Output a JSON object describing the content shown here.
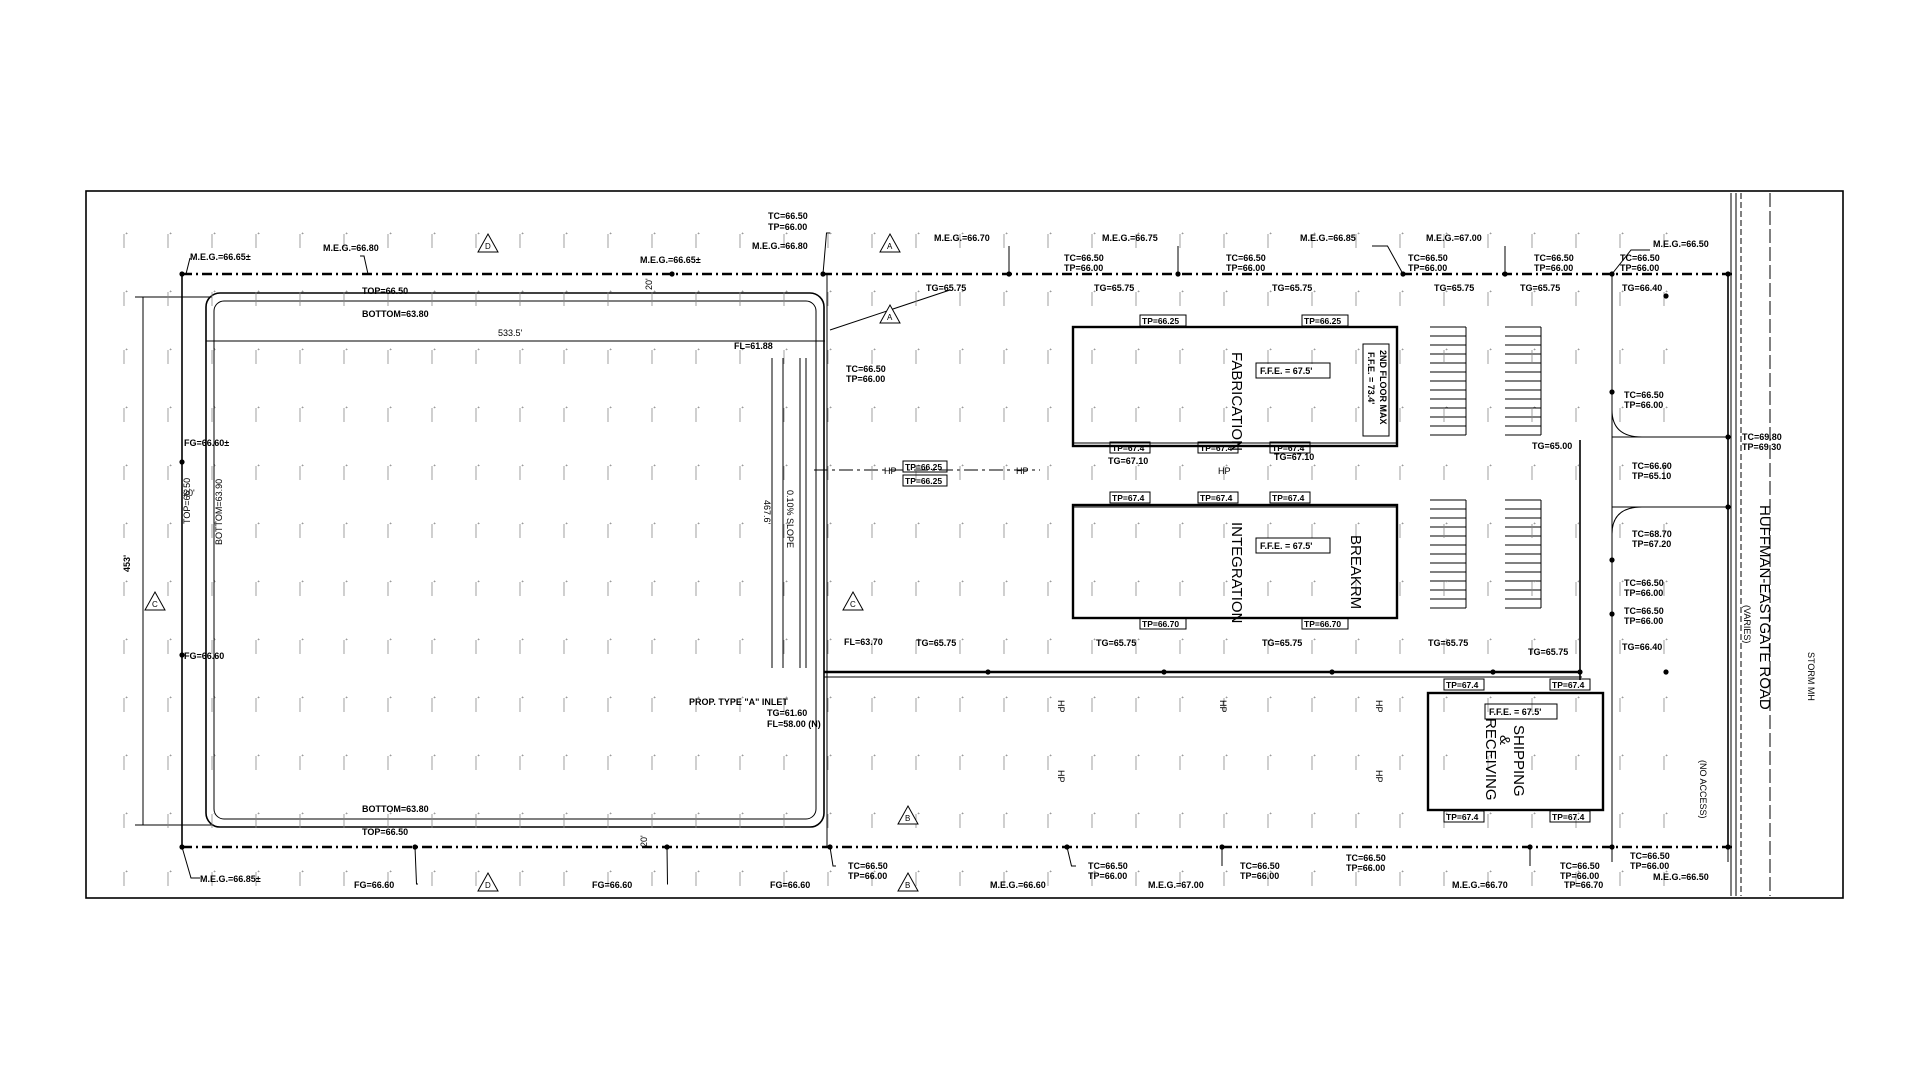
{
  "site_plan": {
    "road_label": "HUFFMAN-EASTGATE ROAD",
    "road_sublabel": "(VARIES)",
    "no_access_note": "(NO ACCESS)",
    "storm_mh_note": "STORM MH",
    "overall_dim": "533.5'",
    "side_dim": "453'",
    "pond_width_dim": "20'",
    "pond_slope_note": "0.10% SLOPE",
    "pond_len_dim": "467.6'",
    "inlet_note": [
      "PROP. TYPE \"A\" INLET",
      "TG=61.60",
      "FL=58.00 (N)"
    ],
    "fl_top": "FL=61.88",
    "fl_bottom": "FL=63.70",
    "top_labels": [
      "M.E.G.=66.65±",
      "M.E.G.=66.80",
      "M.E.G.=66.65±",
      "TC=66.50",
      "TP=66.00",
      "M.E.G.=66.80",
      "M.E.G.=66.70",
      "M.E.G.=66.75",
      "M.E.G.=66.85",
      "M.E.G.=67.00",
      "M.E.G.=66.50"
    ],
    "tc_tp_pairs": [
      [
        "TC=66.50",
        "TP=66.00"
      ],
      [
        "TC=66.50",
        "TP=66.00"
      ],
      [
        "TC=66.50",
        "TP=66.00"
      ],
      [
        "TC=66.50",
        "TP=66.00"
      ],
      [
        "TC=66.50",
        "TP=66.00"
      ],
      [
        "TC=66.50",
        "TP=66.00"
      ]
    ],
    "pond_labels": [
      "TOP=66.50",
      "BOTTOM=63.80",
      "TOP=66.50",
      "BOTTOM=63.80",
      "TOP=66.50",
      "BOTTOM=63.90",
      "FG=66.60±",
      "FG=66.60"
    ],
    "tg_labels": [
      "TG=65.75",
      "TG=65.75",
      "TG=65.75",
      "TG=65.75",
      "TG=65.75",
      "TG=65.75",
      "TG=66.40",
      "TG=65.00",
      "TG=65.75",
      "TG=65.75",
      "TG=65.75",
      "TG=65.75",
      "TG=66.40",
      "TG=67.10",
      "TG=67.10"
    ],
    "right_labels": [
      [
        "TC=66.50",
        "TP=66.00"
      ],
      [
        "TC=66.60",
        "TP=65.10"
      ],
      [
        "TC=68.70",
        "TP=67.20"
      ],
      [
        "TC=66.50",
        "TP=66.00"
      ],
      [
        "TC=66.50",
        "TP=66.00"
      ]
    ],
    "right_road_pair": [
      "TC=69.80",
      "TP=69.30"
    ],
    "bottom_labels": [
      "M.E.G.=66.85±",
      "FG=66.60",
      "FG=66.60",
      "FG=66.60",
      "M.E.G.=66.60",
      "M.E.G.=67.00",
      "M.E.G.=66.70",
      "M.E.G.=66.50"
    ],
    "bottom_pairs": [
      [
        "TC=66.50",
        "TP=66.00"
      ],
      [
        "TC=66.50",
        "TP=66.00"
      ],
      [
        "TC=66.50",
        "TP=66.00"
      ],
      [
        "TC=66.50",
        "TP=66.00"
      ],
      [
        "TC=66.50",
        "TP=66.00"
      ],
      [
        "TC=66.50",
        "TP=66.00"
      ]
    ],
    "bottom_tp_670": "TP=66.70",
    "boxed_tags": [
      "TP=66.25",
      "TP=66.25",
      "TP=67.4",
      "TP=67.4",
      "TP=67.4",
      "TP=67.4",
      "TP=67.4",
      "TP=67.4",
      "TP=66.70",
      "TP=66.70",
      "TP=66.25",
      "TP=66.25",
      "TP=67.4",
      "TP=67.4",
      "TP=67.4",
      "TP=67.4"
    ],
    "buildings": {
      "fabrication": {
        "name": "FABRICATION",
        "ffe": "F.F.E. = 67.5'",
        "note1": "2ND FLOOR MAX",
        "note2": "F.F.E. = 73.4'"
      },
      "integration": {
        "name": "INTEGRATION",
        "ffe": "F.F.E. = 67.5'",
        "extra": "BREAKRM"
      },
      "shipping": {
        "name1": "SHIPPING",
        "name2": "&",
        "name3": "RECEIVING",
        "ffe": "F.F.E. = 67.5'"
      }
    },
    "section_markers": [
      "D",
      "D",
      "A",
      "A",
      "C",
      "C",
      "B",
      "B"
    ],
    "hp": "HP",
    "colors": {
      "ink": "#000000",
      "paper": "#ffffff",
      "grey": "#777777"
    }
  }
}
